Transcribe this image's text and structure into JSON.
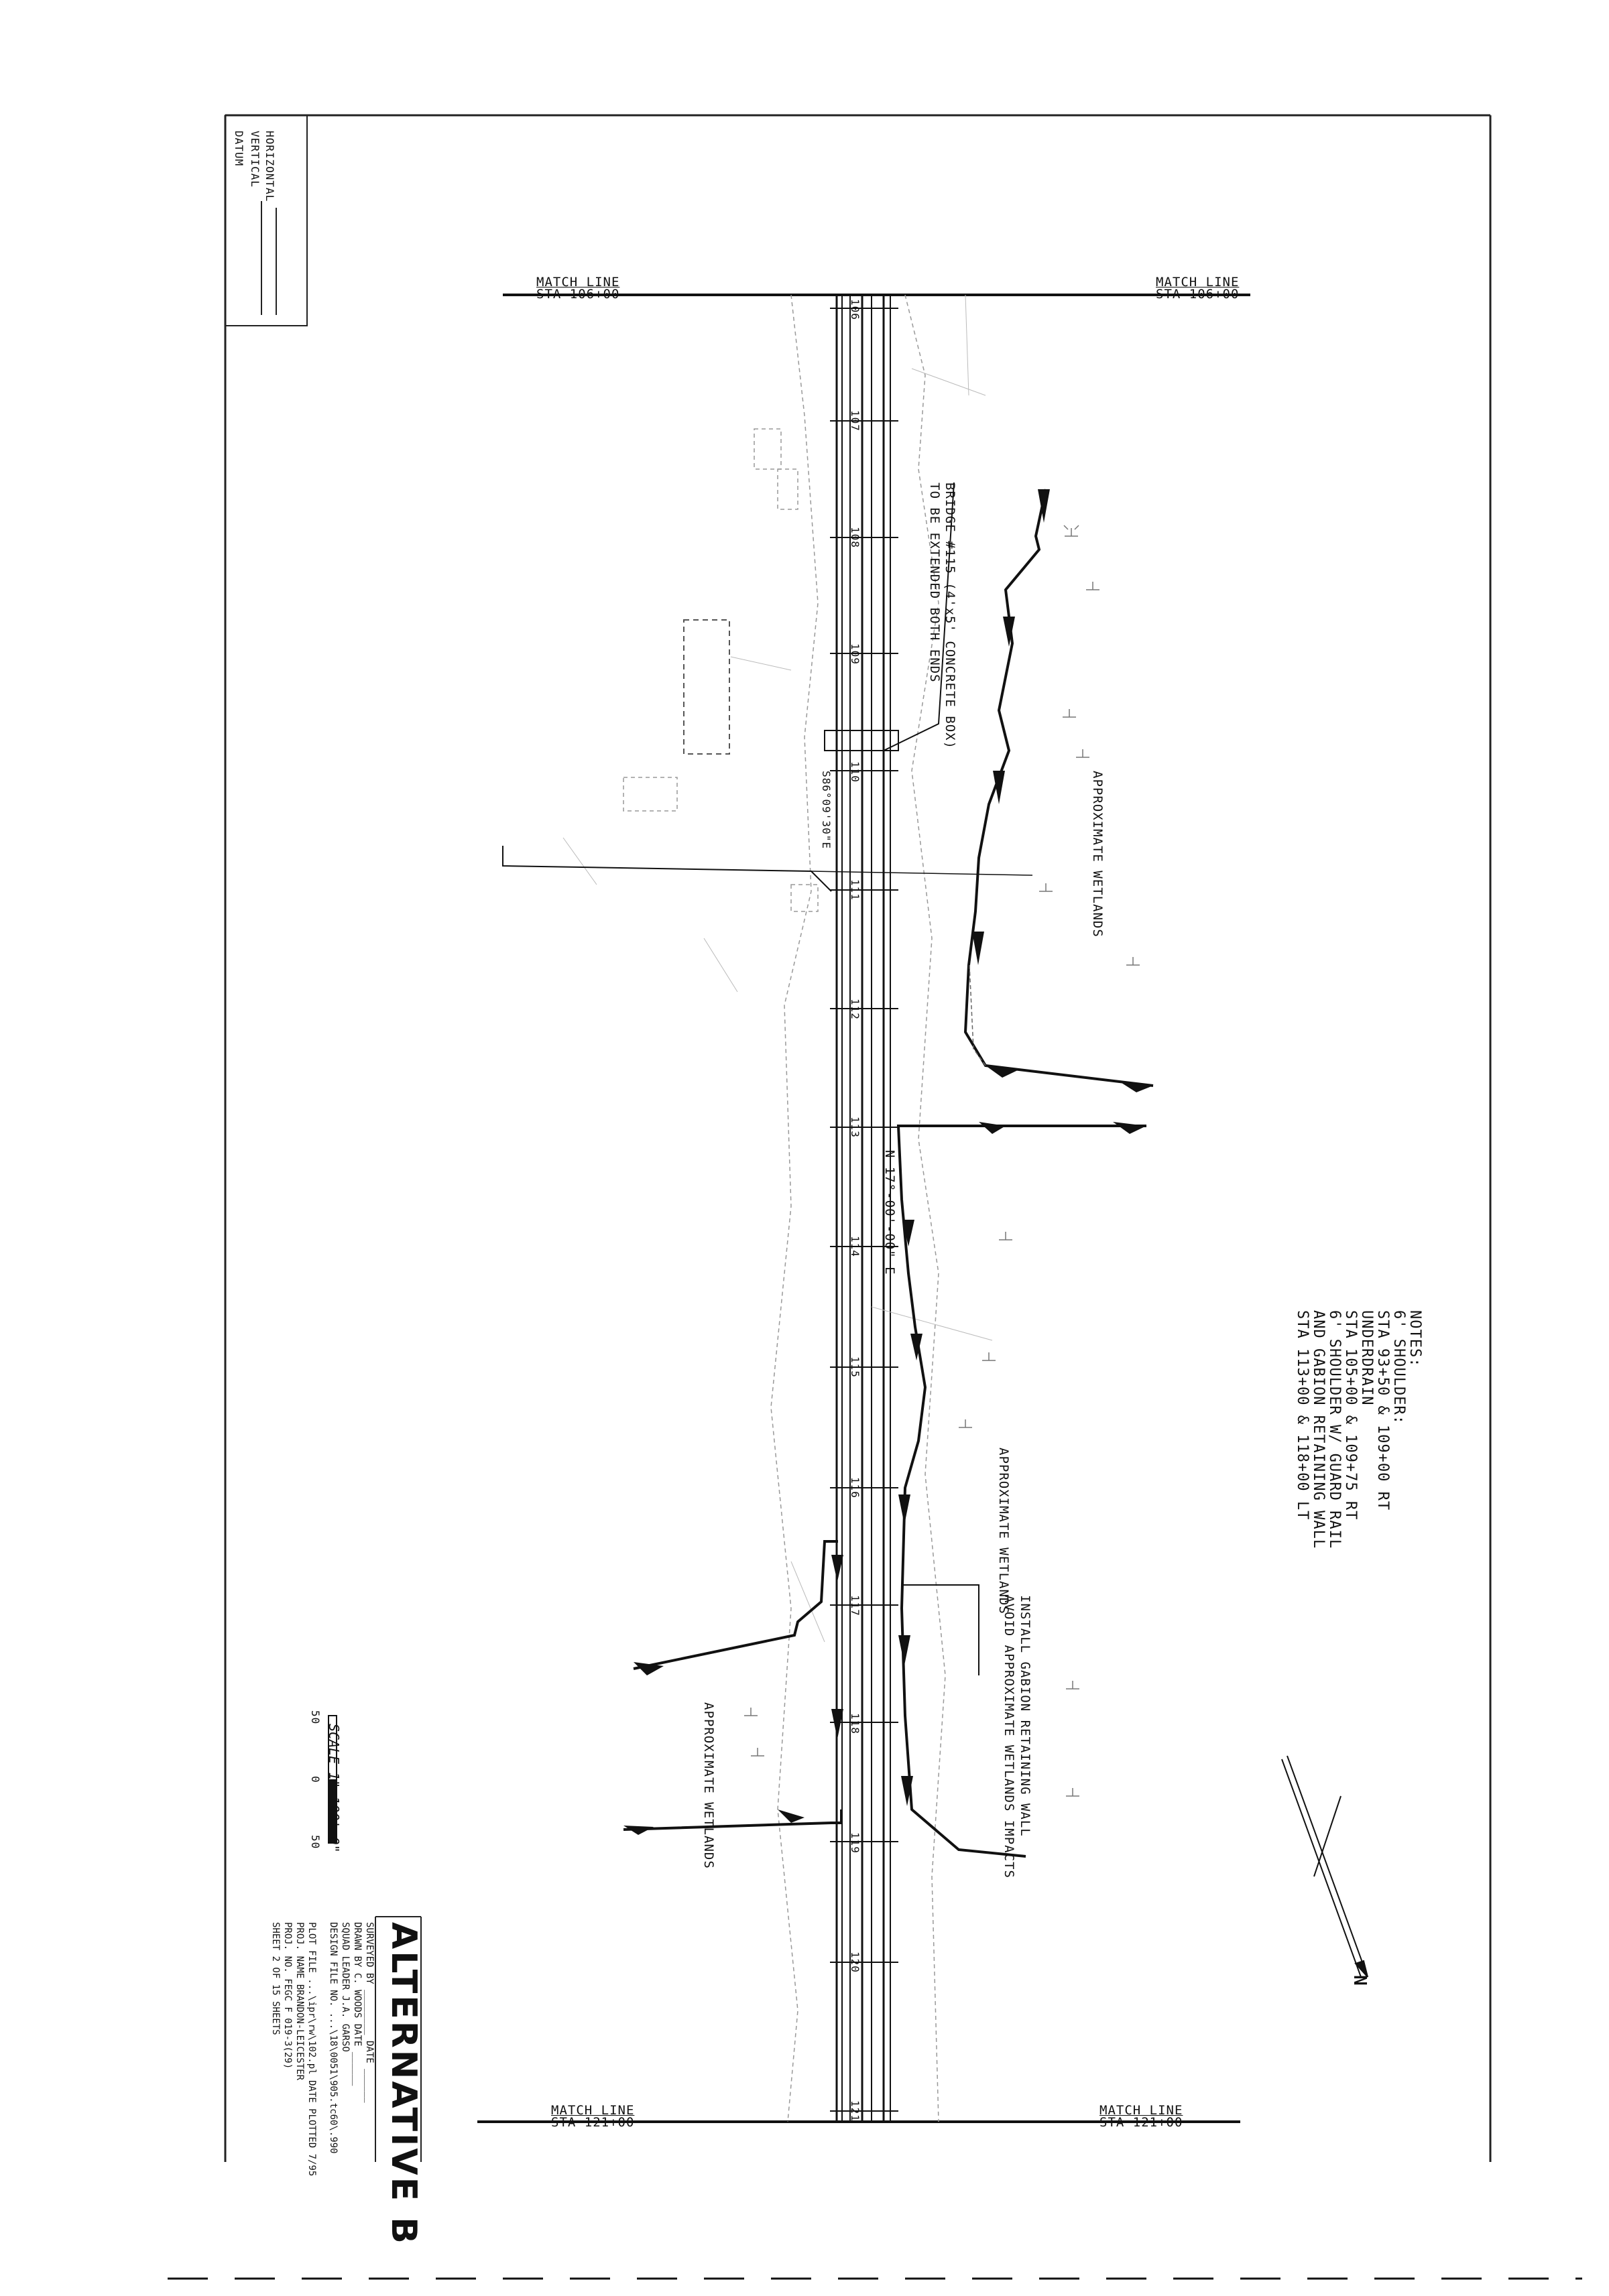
{
  "datum_box": {
    "title": "DATUM",
    "vertical": "VERTICAL",
    "horizontal": "HORIZONTAL"
  },
  "match_lines": {
    "top_left": {
      "label": "MATCH LINE",
      "station": "STA 106+00"
    },
    "top_right": {
      "label": "MATCH LINE",
      "station": "STA 106+00"
    },
    "bottom_left": {
      "label": "MATCH LINE",
      "station": "STA 121+00"
    },
    "bottom_right": {
      "label": "MATCH LINE",
      "station": "STA 121+00"
    }
  },
  "stations": [
    "106",
    "107",
    "108",
    "109",
    "110",
    "111",
    "112",
    "113",
    "114",
    "115",
    "116",
    "117",
    "118",
    "119",
    "120",
    "121"
  ],
  "annotations": {
    "bridge_line1": "BRIDGE #115 (4'x5' CONCRETE BOX)",
    "bridge_line2": "TO BE EXTENDED BOTH ENDS",
    "property": "S86°09'30\"E",
    "bearing": "N 17°-00'-00\" E",
    "wetlands_1": "APPROXIMATE WETLANDS",
    "wetlands_2": "APPROXIMATE WETLANDS",
    "wetlands_3": "APPROXIMATE WETLANDS",
    "gabion_line1": "INSTALL GABION RETAINING WALL",
    "gabion_line2": "AVOID APPROXIMATE WETLANDS IMPACTS"
  },
  "notes": {
    "heading": "NOTES:",
    "lines": [
      "6' SHOULDER:",
      "STA 93+50 & 109+00 RT",
      "UNDERDRAIN",
      "STA 105+00 & 109+75 RT",
      "6' SHOULDER W/ GUARD RAIL",
      "AND GABION RETAINING WALL",
      "STA 113+00 & 118+00 LT"
    ]
  },
  "scale": {
    "label": "SCALE 1\"=100'-0\"",
    "left": "50",
    "mid": "0",
    "right": "50"
  },
  "north_arrow": {
    "label": "N"
  },
  "title_block": {
    "title": "ALTERNATIVE B",
    "rows": [
      "SURVEYED BY  ________  DATE ______",
      "DRAWN BY     C. WOODS   DATE ______",
      "SQUAD LEADER J.A. GARSO",
      "DESIGN FILE NO. ...\\18\\0051\\905.tc60\\.990",
      "PLOT FILE ...\\ipr\\rw\\102.pl   DATE PLOTTED 7/95",
      "PROJ. NAME  BRANDON-LEICESTER",
      "PROJ. NO.   FEGC F 019-3(29)",
      "SHEET  2  OF  15  SHEETS"
    ]
  }
}
